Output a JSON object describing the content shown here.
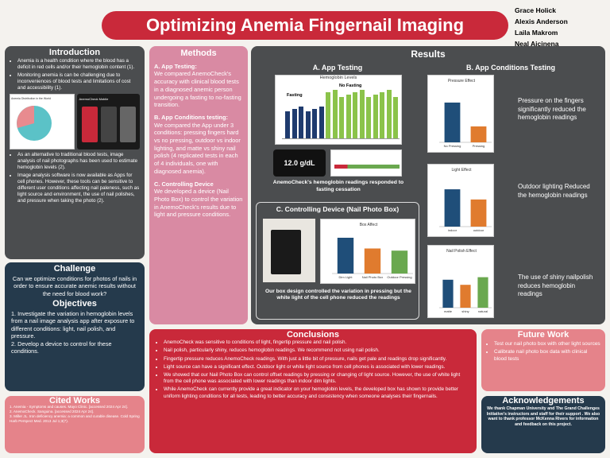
{
  "title": "Optimizing Anemia Fingernail Imaging Conditions",
  "authors": [
    "Grace Holick",
    "Alexis Anderson",
    "Laila Makrom",
    "Neal Aicinena"
  ],
  "intro": {
    "heading": "Introduction",
    "bullets": [
      "Anemia is a health condition where the blood has a deficit in red cells and/or their hemoglobin content (1).",
      "Monitoring anemia is can be challenging due to inconveniences of blood tests and limitations of cost and accessibility (1).",
      "As an alternative to traditional blood tests, image analysis of nail photographs  has been used to estimate hemoglobin levels (2).",
      "Image analysis software is now available as Apps for cell phones. However, these tools can be sensitive to different user conditions affecting nail paleness, such as light source and environment, the use of nail polishes, and pressure when taking the photo (2)."
    ],
    "pie_title": "Anemia Distribution in the World",
    "app_name": "AnemoCheck Mobile"
  },
  "challenge": {
    "heading": "Challenge",
    "text": "Can we optimize conditions for  photos of nails  in order to ensure accurate anemic results without the need for blood work?"
  },
  "objectives": {
    "heading": "Objectives",
    "items": [
      "1. Investigate the variation in hemoglobin levels from a nail image analysis app after exposure to different conditions: light, nail polish, and pressure.",
      "2. Develop a device to control for these conditions."
    ]
  },
  "cited": {
    "heading": "Cited Works",
    "items": [
      "1. Anemia - Symptoms and causes. Mayo Clinic. [accessed 2024 Apr 24].",
      "2. AnemoCheck. Sanguina. [accessed 2024 Apr 24].",
      "3. Miller JL. Iron deficiency anemia: a common and curable disease. Cold Spring Harb Perspect Med. 2013 Jul 1;3(7)."
    ]
  },
  "methods": {
    "heading": "Methods",
    "a_title": "A. App Testing:",
    "a_text": "We compared AnemoCheck's accuracy with clinical blood tests in a diagnosed anemic person undergoing a fasting to no-fasting transition.",
    "b_title": "B. App Conditions testing:",
    "b_text": "We compared the App under 3 conditions: pressing fingers hard vs no pressing, outdoor vs indoor lighting, and matte vs shiny nail polish (4 replicated tests in each of 4 individuals, one with diagnosed anemia).",
    "c_title": "C. Controlling Device",
    "c_text": "We developed a device (Nail Photo Box) to control the variation in AnemoCheck's results due to light and pressure conditions."
  },
  "results": {
    "heading": "Results",
    "a_heading": "A. App Testing",
    "hb_title": "Hemoglobin Levels",
    "fasting": "Fasting",
    "no_fasting": "No Fasting",
    "reading": "12.0 g/dL",
    "a_caption": "AnemoCheck's hemoglobin readings responded to fasting cessation",
    "b_heading": "B. App Conditions Testing",
    "pressure_text": "Pressure on the fingers significantly reduced the hemoglobin readings",
    "light_text": "Outdoor lighting Reduced the hemoglobin readings",
    "polish_text": "The use of shiny nailpolish reduces hemoglobin readings",
    "c_heading": "C. Controlling Device (Nail Photo Box)",
    "c_caption": "Our box design controlled the variation in pressing but the white light of the cell phone reduced the readings"
  },
  "chart_data": [
    {
      "type": "bar",
      "title": "Pressure Effect",
      "categories": [
        "No Pressing",
        "Pressing"
      ],
      "values": [
        12.5,
        11.0
      ],
      "colors": [
        "#1f4e79",
        "#e07b2e"
      ],
      "ylim": [
        10,
        13.5
      ]
    },
    {
      "type": "bar",
      "title": "Light Effect",
      "categories": [
        "indoor",
        "outdoor"
      ],
      "values": [
        12.6,
        12.3
      ],
      "colors": [
        "#1f4e79",
        "#e07b2e"
      ],
      "ylim": [
        11.5,
        13
      ]
    },
    {
      "type": "bar",
      "title": "Nail Polish Effect",
      "categories": [
        "matte",
        "shiny",
        "natural"
      ],
      "values": [
        12.6,
        12.4,
        12.7
      ],
      "colors": [
        "#1f4e79",
        "#e07b2e",
        "#6aa84f"
      ],
      "ylim": [
        11.5,
        13.5
      ]
    },
    {
      "type": "bar",
      "title": "Box Affect",
      "categories": [
        "Dim Light",
        "Nail Photo Box",
        "Outdoor Pressing"
      ],
      "values": [
        14.0,
        12.5,
        12.2
      ],
      "colors": [
        "#1f4e79",
        "#e07b2e",
        "#6aa84f"
      ],
      "ylim": [
        9,
        15
      ]
    }
  ],
  "conclusions": {
    "heading": "Conclusions",
    "items": [
      "AnemoCheck was sensitive to conditions of  light, fingertip pressure and nail polish.",
      "Nail polish, particularly shiny, reduces hemoglobin readings. We recommend not using nail polish.",
      "Fingertip pressure reduces AnemoCheck readings. With just a little bit of pressure, nails get pale and readings drop significantly.",
      "Light source can have a significant effect. Outdoor light or white light source from cell phones is associated with lower readings.",
      "We showed that our Nail Photo Box  can control offset readings by pressing or changing of light source. However, the use of white light from the cell phone was associated with lower readings than indoor dim lights.",
      "While AnemoCheck can currently provide a great indicator on your hemoglobin levels, the developed box has shown to provide better uniform lighting conditions for all tests, leading to better accuracy and consistency when someone analyses their fingernails."
    ]
  },
  "future": {
    "heading": "Future Work",
    "items": [
      "Test our nail photo box with other light sources",
      "Calibrate nail photo box data with clinical blood tests"
    ]
  },
  "ack": {
    "heading": "Acknowledgements",
    "text": "We thank Chapman University and The Grand Challenges Initiative's instructors and staff for their support . We also want to thank professor McKenna Rivers for information and feedback on this project."
  }
}
